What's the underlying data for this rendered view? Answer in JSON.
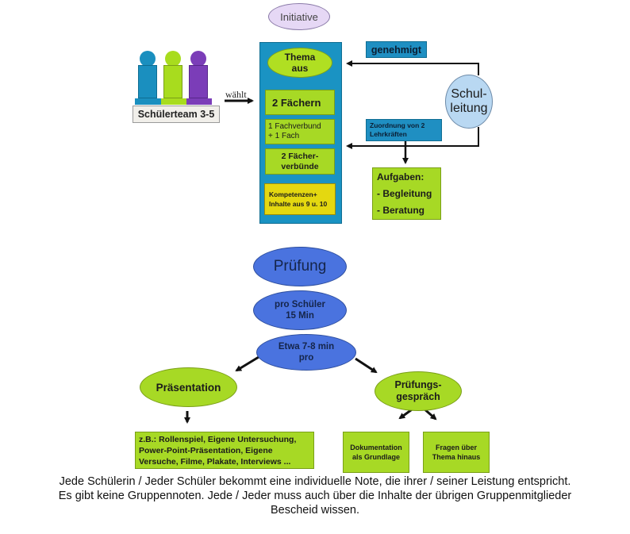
{
  "top_section": {
    "initiative": "Initiative",
    "team_label": "Schülerteam 3-5",
    "team_colors": [
      "#1a8fbf",
      "#a8dc1e",
      "#7b3db8"
    ],
    "chooses_label": "wählt",
    "theme_ellipse": {
      "line1": "Thema",
      "line2": "aus"
    },
    "subject_options": [
      {
        "line1": "2 Fächern",
        "line2": ""
      },
      {
        "line1": "1 Fachverbund",
        "line2": "+ 1 Fach"
      },
      {
        "line1": "2 Fächer-",
        "line2": "verbünde"
      }
    ],
    "competence_box": {
      "line1": "Kompetenzen+",
      "line2": "Inhalte aus 9 u. 10"
    },
    "approved_label": "genehmigt",
    "assignment_box": {
      "line1": "Zuordnung von 2",
      "line2": "Lehrkräften"
    },
    "school_leadership": {
      "line1": "Schul-",
      "line2": "leitung"
    },
    "tasks": {
      "title": "Aufgaben:",
      "items": [
        "- Begleitung",
        "- Beratung"
      ]
    }
  },
  "bottom_section": {
    "exam": "Prüfung",
    "per_student": {
      "line1": "pro Schüler",
      "line2": "15 Min"
    },
    "approx": {
      "line1": "Etwa 7-8 min",
      "line2": "pro"
    },
    "presentation": "Präsentation",
    "presentation_examples": {
      "line1": "z.B.: Rollenspiel, Eigene Untersuchung,",
      "line2": "Power-Point-Präsentation, Eigene",
      "line3": "Versuche, Filme, Plakate, Interviews ..."
    },
    "exam_talk": {
      "line1": "Prüfungs-",
      "line2": "gespräch"
    },
    "documentation": {
      "line1": "Dokumentation",
      "line2": "als Grundlage"
    },
    "questions": {
      "line1": "Fragen über",
      "line2": "Thema hinaus"
    }
  },
  "caption": {
    "line1": "Jede Schülerin / Jeder Schüler bekommt eine individuelle Note, die ihrer / seiner Leistung entspricht.",
    "line2": "Es gibt keine Gruppennoten. Jede / Jeder muss auch über die Inhalte der übrigen Gruppenmitglieder",
    "line3": "Bescheid wissen."
  }
}
